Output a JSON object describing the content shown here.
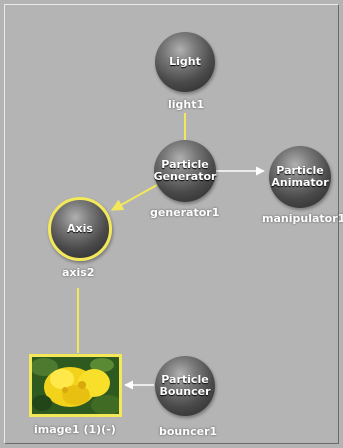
{
  "colors": {
    "background": "#b4b4b4",
    "wire_default": "#ffffff",
    "wire_selected": "#f2e85a",
    "node_text": "#ffffff",
    "selection": "#f2e85a"
  },
  "nodes": {
    "light": {
      "title": "Light",
      "label": "light1"
    },
    "generator": {
      "title": "Particle\nGenerator",
      "label": "generator1"
    },
    "animator": {
      "title": "Particle\nAnimator",
      "label": "manipulator1"
    },
    "axis": {
      "title": "Axis",
      "label": "axis2"
    },
    "bouncer": {
      "title": "Particle\nBouncer",
      "label": "bouncer1"
    },
    "image": {
      "label": "image1 (1)(-)"
    }
  }
}
